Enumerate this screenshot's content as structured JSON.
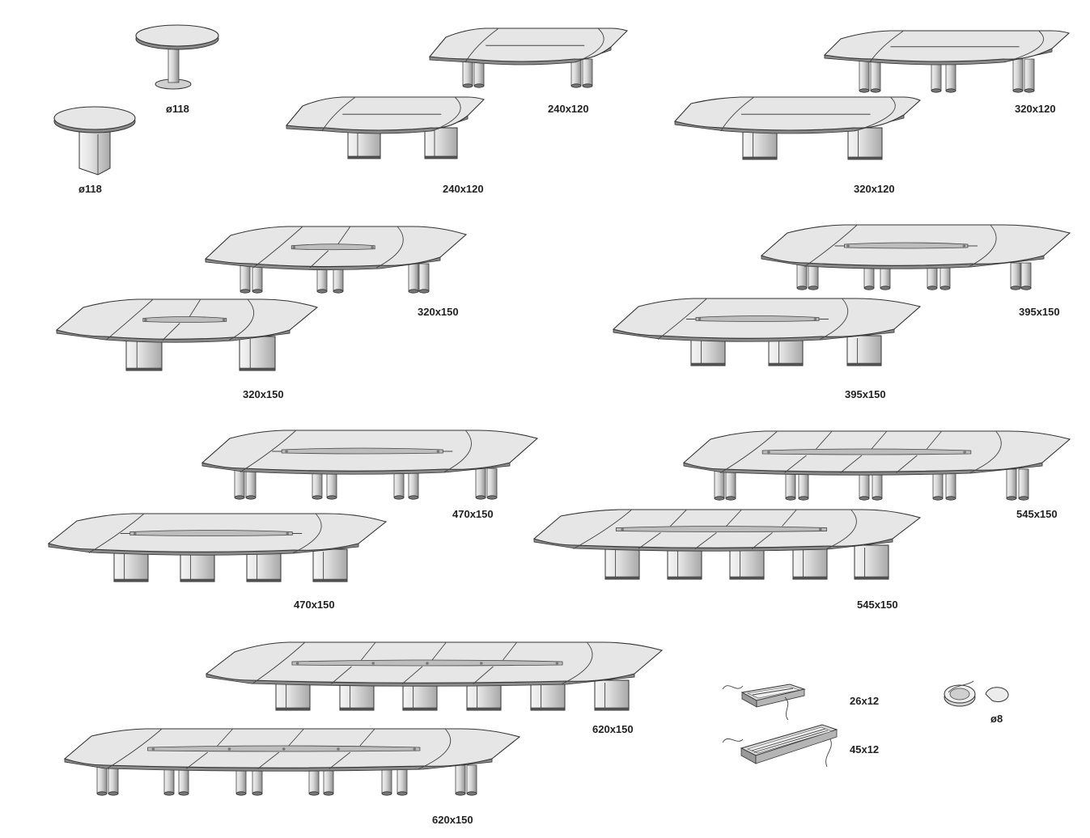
{
  "labels": {
    "round_pedestal": "ø118",
    "round_panel": "ø118",
    "t240_legs": "240x120",
    "t240_panel": "240x120",
    "t320x120_legs": "320x120",
    "t320x120_panel": "320x120",
    "t320x150_legs": "320x150",
    "t320x150_panel": "320x150",
    "t395_legs": "395x150",
    "t395_panel": "395x150",
    "t470_legs": "470x150",
    "t470_panel": "470x150",
    "t545_legs": "545x150",
    "t545_panel": "545x150",
    "t620_panel": "620x150",
    "t620_legs": "620x150",
    "grommet_small": "26x12",
    "grommet_large": "45x12",
    "cable_port": "ø8"
  },
  "colors": {
    "tabletop": "#e6e6e6",
    "outline": "#333333",
    "edge": "#8a8a8a",
    "support": "#d9d9d9",
    "channel": "#bdbdbd"
  }
}
